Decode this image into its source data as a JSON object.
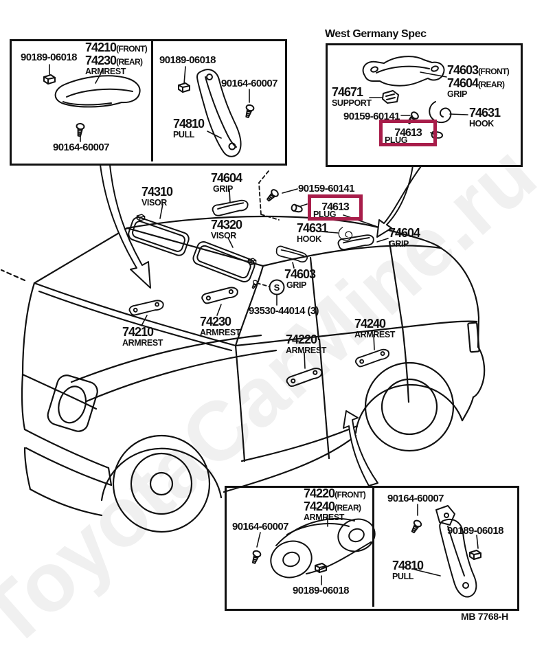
{
  "watermark": {
    "text": "ToyotaCarMine.ru"
  },
  "colors": {
    "highlight_box": "#a81d4a",
    "line": "#111111",
    "watermark": "#f0f0f0",
    "background": "#ffffff"
  },
  "footer": {
    "drawing_code": "MB 7768-H"
  },
  "boxes": {
    "top_left": {
      "armrest_panel": {
        "clip": "90189-06018",
        "front": "74210",
        "front_tag": "(FRONT)",
        "rear": "74230",
        "rear_tag": "(REAR)",
        "name": "ARMREST",
        "screw": "90164-60007"
      },
      "pull_panel": {
        "clip": "90189-06018",
        "screw": "90164-60007",
        "part": "74810",
        "name": "PULL"
      }
    },
    "west_germany": {
      "title": "West Germany Spec",
      "grip": {
        "front": "74603",
        "front_tag": "(FRONT)",
        "rear": "74604",
        "rear_tag": "(REAR)",
        "name": "GRIP"
      },
      "support": {
        "part": "74671",
        "name": "SUPPORT"
      },
      "screw": "90159-60141",
      "plug": {
        "part": "74613",
        "name": "PLUG"
      },
      "hook": {
        "part": "74631",
        "name": "HOOK"
      }
    },
    "bottom": {
      "armrest_panel": {
        "front": "74220",
        "front_tag": "(FRONT)",
        "rear": "74240",
        "rear_tag": "(REAR)",
        "name": "ARMREST",
        "screw": "90164-60007",
        "clip": "90189-06018"
      },
      "pull_panel": {
        "screw": "90164-60007",
        "clip": "90189-06018",
        "part": "74810",
        "name": "PULL"
      }
    }
  },
  "main": {
    "grip_top": {
      "part": "74604",
      "name": "GRIP"
    },
    "visor_front": {
      "part": "74310",
      "name": "VISOR"
    },
    "clip_screw": "90159-60141",
    "plug": {
      "part": "74613",
      "name": "PLUG"
    },
    "visor_rear": {
      "part": "74320",
      "name": "VISOR"
    },
    "hook": {
      "part": "74631",
      "name": "HOOK"
    },
    "grip_right": {
      "part": "74604",
      "name": "GRIP"
    },
    "grip_rear": {
      "part": "74603",
      "name": "GRIP"
    },
    "s_marker": "S",
    "screw_set": "93530-44014 (3)",
    "armrest_front_left": {
      "part": "74210",
      "name": "ARMREST"
    },
    "armrest_rear_left": {
      "part": "74230",
      "name": "ARMREST"
    },
    "armrest_front_right": {
      "part": "74220",
      "name": "ARMREST"
    },
    "armrest_rear_right": {
      "part": "74240",
      "name": "ARMREST"
    }
  }
}
